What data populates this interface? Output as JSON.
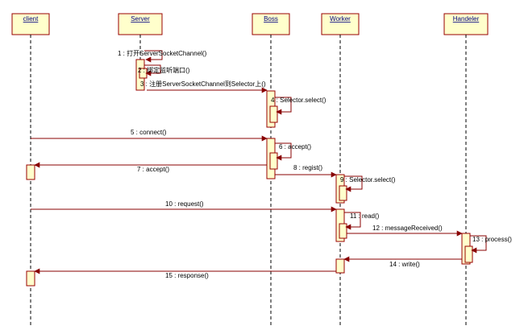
{
  "colors": {
    "actor_fill": "#ffffcc",
    "actor_border": "#990000",
    "activation_fill": "#ffffcc",
    "activation_border": "#990000",
    "message_line": "#880000",
    "lifeline": "#000000",
    "label_text": "#000080"
  },
  "participants": [
    {
      "id": "client",
      "label": "client"
    },
    {
      "id": "server",
      "label": "Server"
    },
    {
      "id": "boss",
      "label": "Boss"
    },
    {
      "id": "worker",
      "label": "Worker"
    },
    {
      "id": "handeler",
      "label": "Handeler"
    }
  ],
  "messages": [
    {
      "num": 1,
      "label": "1 : 打开ServerSocketChannel()",
      "from": "server",
      "to": "server"
    },
    {
      "num": 2,
      "label": "2 : 绑定监听端口()",
      "from": "server",
      "to": "server"
    },
    {
      "num": 3,
      "label": "3 : 注册ServerSocketChannel到Selector上()",
      "from": "server",
      "to": "boss"
    },
    {
      "num": 4,
      "label": "4 : Selector.select()",
      "from": "boss",
      "to": "boss"
    },
    {
      "num": 5,
      "label": "5 : connect()",
      "from": "client",
      "to": "boss"
    },
    {
      "num": 6,
      "label": "6 : accept()",
      "from": "boss",
      "to": "boss"
    },
    {
      "num": 7,
      "label": "7 : accept()",
      "from": "boss",
      "to": "client"
    },
    {
      "num": 8,
      "label": "8 : regist()",
      "from": "boss",
      "to": "worker"
    },
    {
      "num": 9,
      "label": "9 : Selector.select()",
      "from": "worker",
      "to": "worker"
    },
    {
      "num": 10,
      "label": "10 : request()",
      "from": "client",
      "to": "worker"
    },
    {
      "num": 11,
      "label": "11 : read()",
      "from": "worker",
      "to": "worker"
    },
    {
      "num": 12,
      "label": "12 : messageReceived()",
      "from": "worker",
      "to": "handeler"
    },
    {
      "num": 13,
      "label": "13 : process()",
      "from": "handeler",
      "to": "handeler"
    },
    {
      "num": 14,
      "label": "14 : write()",
      "from": "handeler",
      "to": "worker"
    },
    {
      "num": 15,
      "label": "15 : response()",
      "from": "worker",
      "to": "client"
    }
  ]
}
